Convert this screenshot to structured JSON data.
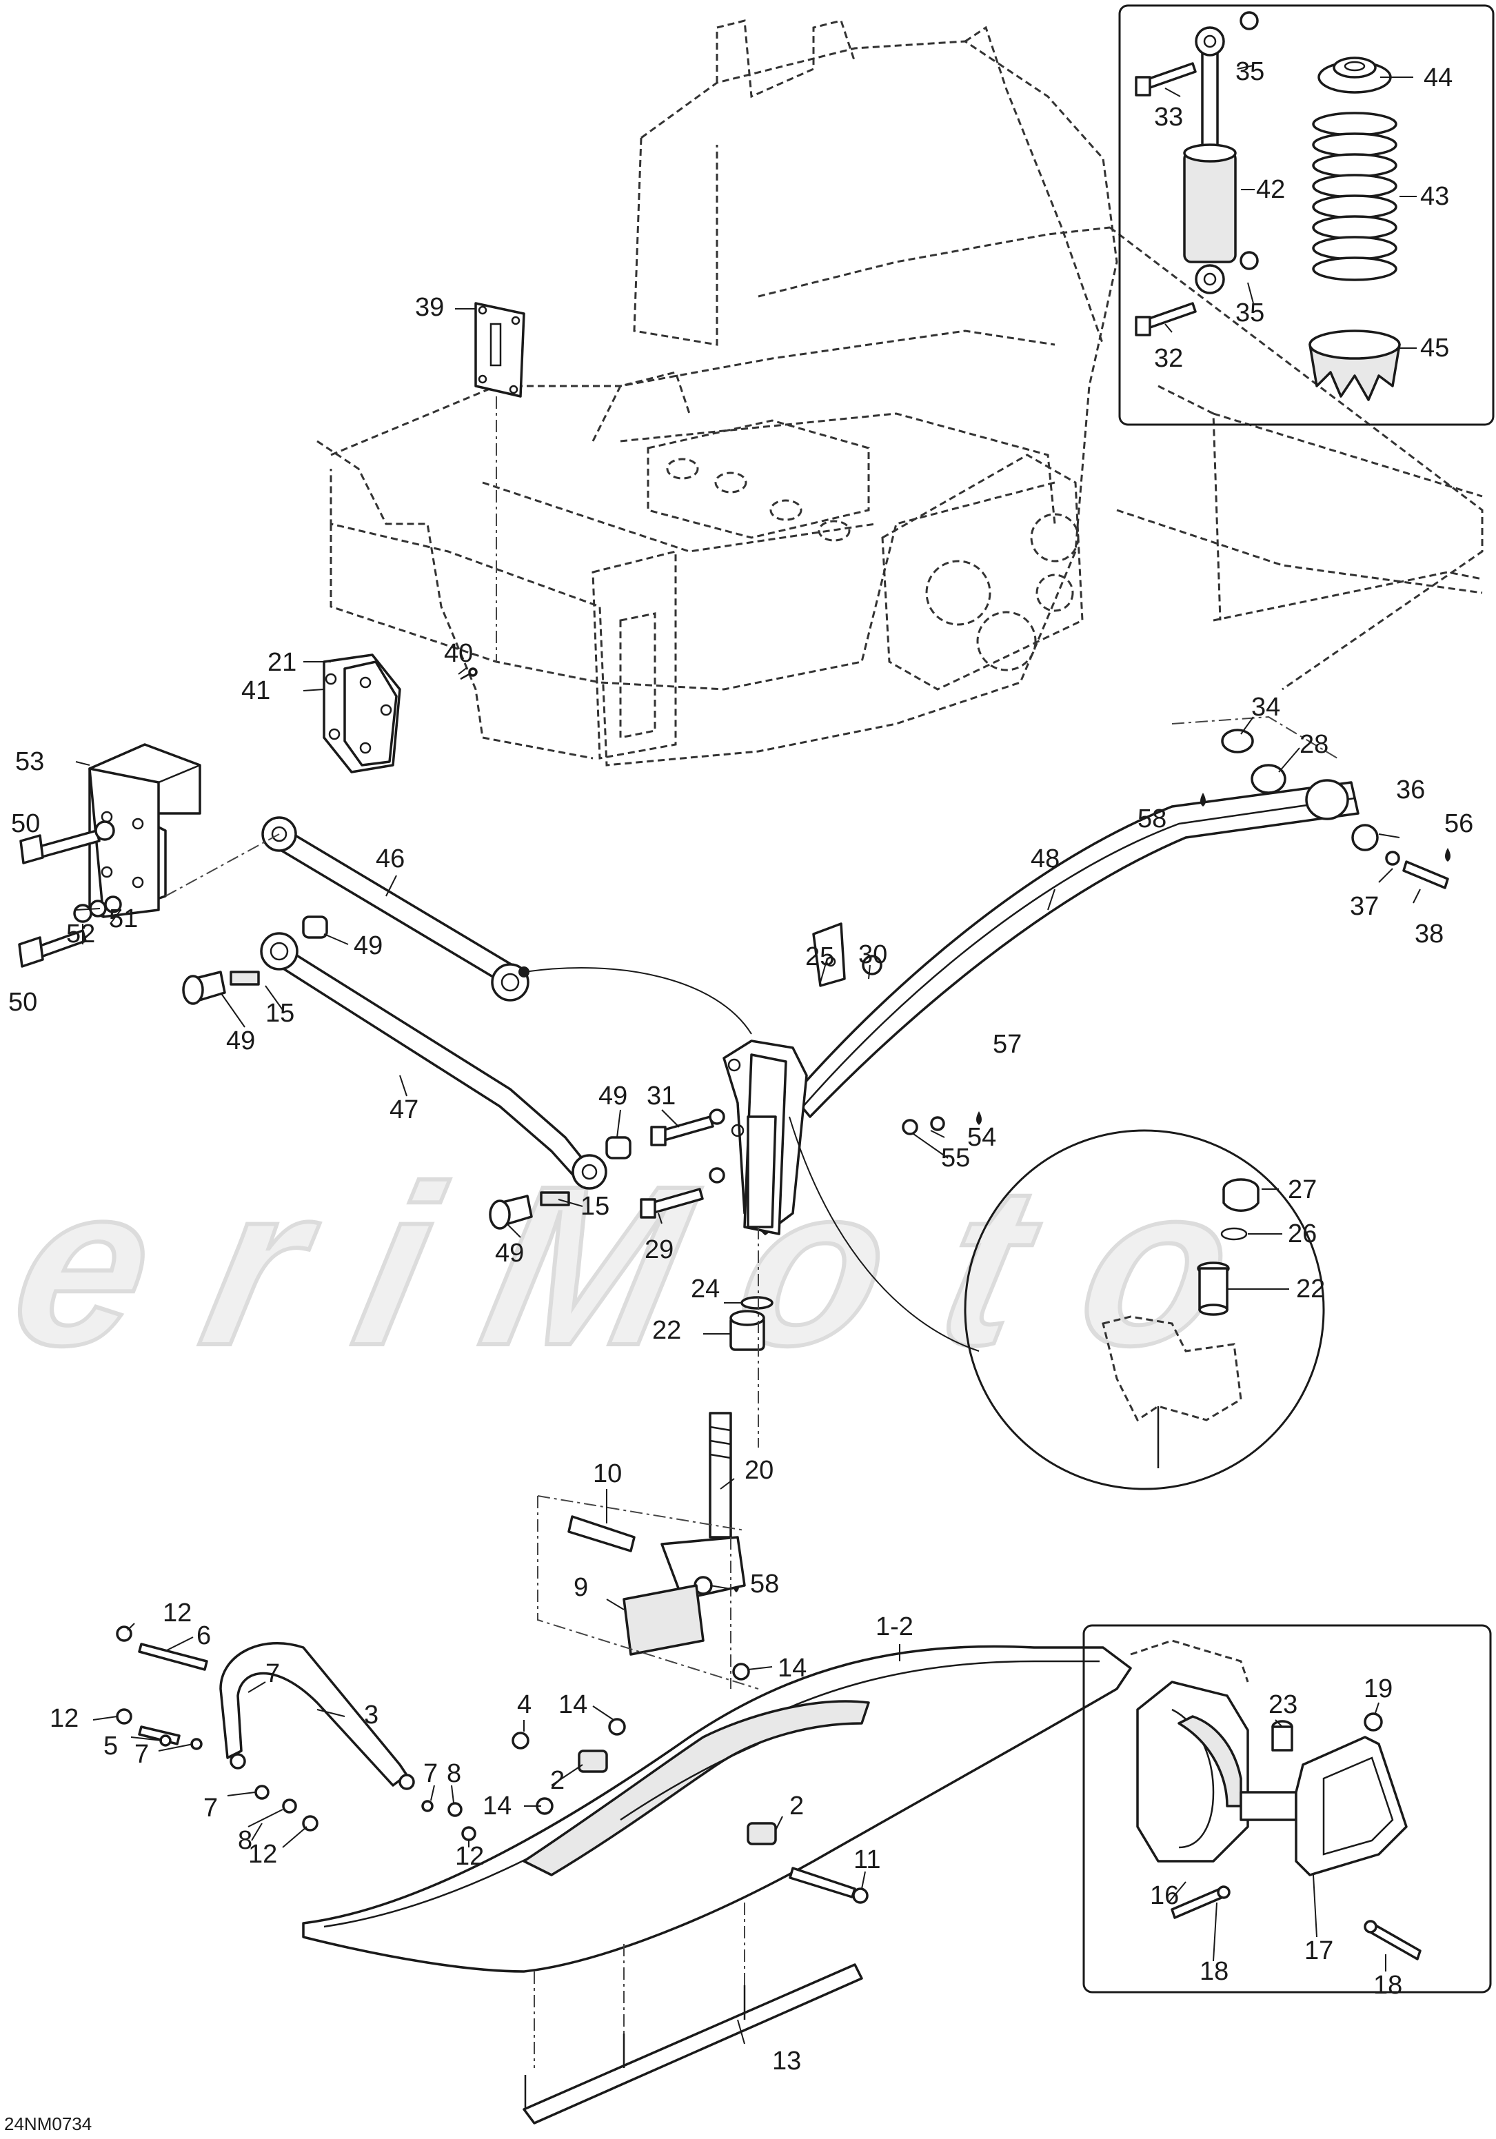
{
  "diagram_code": "24NM0734",
  "watermark_text": "AeriMoto",
  "callouts": [
    {
      "id": "c-35a",
      "label": "35"
    },
    {
      "id": "c-44",
      "label": "44"
    },
    {
      "id": "c-33",
      "label": "33"
    },
    {
      "id": "c-42",
      "label": "42"
    },
    {
      "id": "c-43",
      "label": "43"
    },
    {
      "id": "c-35b",
      "label": "35"
    },
    {
      "id": "c-32",
      "label": "32"
    },
    {
      "id": "c-45",
      "label": "45"
    },
    {
      "id": "c-39",
      "label": "39"
    },
    {
      "id": "c-21",
      "label": "21"
    },
    {
      "id": "c-40",
      "label": "40"
    },
    {
      "id": "c-41",
      "label": "41"
    },
    {
      "id": "c-53",
      "label": "53"
    },
    {
      "id": "c-34",
      "label": "34"
    },
    {
      "id": "c-28",
      "label": "28"
    },
    {
      "id": "c-36",
      "label": "36"
    },
    {
      "id": "c-58a",
      "label": "58"
    },
    {
      "id": "c-56",
      "label": "56"
    },
    {
      "id": "c-50a",
      "label": "50"
    },
    {
      "id": "c-46",
      "label": "46"
    },
    {
      "id": "c-48",
      "label": "48"
    },
    {
      "id": "c-37",
      "label": "37"
    },
    {
      "id": "c-38",
      "label": "38"
    },
    {
      "id": "c-52",
      "label": "52"
    },
    {
      "id": "c-51",
      "label": "51"
    },
    {
      "id": "c-49a",
      "label": "49"
    },
    {
      "id": "c-25",
      "label": "25"
    },
    {
      "id": "c-30",
      "label": "30"
    },
    {
      "id": "c-50b",
      "label": "50"
    },
    {
      "id": "c-49b",
      "label": "49"
    },
    {
      "id": "c-15a",
      "label": "15"
    },
    {
      "id": "c-47",
      "label": "47"
    },
    {
      "id": "c-49c",
      "label": "49"
    },
    {
      "id": "c-31",
      "label": "31"
    },
    {
      "id": "c-57",
      "label": "57"
    },
    {
      "id": "c-54",
      "label": "54"
    },
    {
      "id": "c-55",
      "label": "55"
    },
    {
      "id": "c-27",
      "label": "27"
    },
    {
      "id": "c-15b",
      "label": "15"
    },
    {
      "id": "c-49d",
      "label": "49"
    },
    {
      "id": "c-29",
      "label": "29"
    },
    {
      "id": "c-26",
      "label": "26"
    },
    {
      "id": "c-24",
      "label": "24"
    },
    {
      "id": "c-22a",
      "label": "22"
    },
    {
      "id": "c-22b",
      "label": "22"
    },
    {
      "id": "c-20",
      "label": "20"
    },
    {
      "id": "c-10",
      "label": "10"
    },
    {
      "id": "c-58b",
      "label": "58"
    },
    {
      "id": "c-9",
      "label": "9"
    },
    {
      "id": "c-1-2",
      "label": "1-2"
    },
    {
      "id": "c-12a",
      "label": "12"
    },
    {
      "id": "c-6",
      "label": "6"
    },
    {
      "id": "c-7a",
      "label": "7"
    },
    {
      "id": "c-14a",
      "label": "14"
    },
    {
      "id": "c-3",
      "label": "3"
    },
    {
      "id": "c-4",
      "label": "4"
    },
    {
      "id": "c-14b",
      "label": "14"
    },
    {
      "id": "c-12b",
      "label": "12"
    },
    {
      "id": "c-5",
      "label": "5"
    },
    {
      "id": "c-7b",
      "label": "7"
    },
    {
      "id": "c-2a",
      "label": "2"
    },
    {
      "id": "c-23",
      "label": "23"
    },
    {
      "id": "c-19",
      "label": "19"
    },
    {
      "id": "c-7c",
      "label": "7"
    },
    {
      "id": "c-8a",
      "label": "8"
    },
    {
      "id": "c-14c",
      "label": "14"
    },
    {
      "id": "c-7d",
      "label": "7"
    },
    {
      "id": "c-8b",
      "label": "8"
    },
    {
      "id": "c-12c",
      "label": "12"
    },
    {
      "id": "c-12d",
      "label": "12"
    },
    {
      "id": "c-2b",
      "label": "2"
    },
    {
      "id": "c-11",
      "label": "11"
    },
    {
      "id": "c-16",
      "label": "16"
    },
    {
      "id": "c-18a",
      "label": "18"
    },
    {
      "id": "c-17",
      "label": "17"
    },
    {
      "id": "c-18b",
      "label": "18"
    },
    {
      "id": "c-13",
      "label": "13"
    }
  ]
}
